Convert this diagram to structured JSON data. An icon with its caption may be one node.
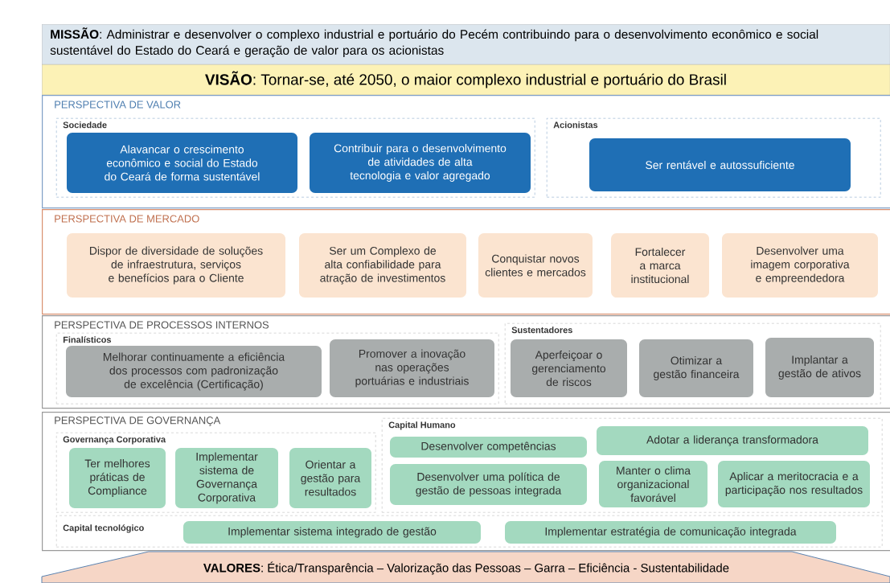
{
  "diagram": {
    "nodes": [
      {
        "text": [
          "**MISSÃO**: Administrar e desenvolver o complexo industrial e portuário do Pecém contribuindo para o desenvolvimento econômico e social sustentável do Estado do Ceará e geração de valor para os acionistas"
        ]
      },
      {
        "text": [
          "**VISÃO**: Tornar-se, até 2050, o maior complexo industrial e portuário do Brasil"
        ]
      },
      {
        "text": [
          "PERSPECTIVA DE VALOR"
        ]
      },
      {
        "text": [
          "Sociedade"
        ],
        "in": 2
      },
      {
        "text": [
          "Alavancar o crescimento econômico e social do Estado do Ceará de forma sustentável"
        ],
        "in": 3
      },
      {
        "text": [
          "Contribuir para o desenvolvimento de atividades de alta tecnologia e valor agregado"
        ],
        "in": 3
      },
      {
        "text": [
          "Acionistas"
        ],
        "in": 2
      },
      {
        "text": [
          "Ser rentável e autossuficiente"
        ],
        "in": 6
      },
      {
        "text": [
          "PERSPECTIVA DE MERCADO"
        ]
      },
      {
        "text": [
          "Dispor de diversidade de soluções de infraestrutura, serviços e benefícios para o Cliente"
        ],
        "in": 8
      },
      {
        "text": [
          "Ser um Complexo de alta confiabilidade para atração de investimentos"
        ],
        "in": 8
      },
      {
        "text": [
          "Conquistar novos clientes e mercados"
        ],
        "in": 8
      },
      {
        "text": [
          "Fortalecer a marca institucional"
        ],
        "in": 8
      },
      {
        "text": [
          "Desenvolver uma imagem corporativa e empreendedora"
        ],
        "in": 8
      },
      {
        "text": [
          "PERSPECTIVA DE PROCESSOS INTERNOS"
        ]
      },
      {
        "text": [
          "Finalísticos"
        ],
        "in": 14
      },
      {
        "text": [
          "Melhorar continuamente a eficiência dos processos com padronização de excelência (Certificação)"
        ],
        "in": 15
      },
      {
        "text": [
          "Promover a inovação nas operações portuárias e industriais"
        ],
        "in": 15
      },
      {
        "text": [
          "Sustentadores"
        ],
        "in": 14
      },
      {
        "text": [
          "Aperfeiçoar o gerenciamento de riscos"
        ],
        "in": 18
      },
      {
        "text": [
          "Otimizar a gestão financeira"
        ],
        "in": 18
      },
      {
        "text": [
          "Implantar a gestão de ativos"
        ],
        "in": 18
      },
      {
        "text": [
          "PERSPECTIVA DE GOVERNANÇA"
        ]
      },
      {
        "text": [
          "Governança Corporativa"
        ],
        "in": 22
      },
      {
        "text": [
          "Ter melhores práticas de Compliance"
        ],
        "in": 23
      },
      {
        "text": [
          "Implementar sistema de Governança Corporativa"
        ],
        "in": 23
      },
      {
        "text": [
          "Orientar a gestão para resultados"
        ],
        "in": 23
      },
      {
        "text": [
          "Capital Humano"
        ],
        "in": 22
      },
      {
        "text": [
          "Desenvolver competências"
        ],
        "in": 27
      },
      {
        "text": [
          "Adotar a liderança transformadora"
        ],
        "in": 27
      },
      {
        "text": [
          "Desenvolver uma política de gestão de pessoas integrada"
        ],
        "in": 27
      },
      {
        "text": [
          "Manter o clima organizacional favorável"
        ],
        "in": 27
      },
      {
        "text": [
          "Aplicar a meritocracia e a participação nos resultados"
        ],
        "in": 27
      },
      {
        "text": [
          "Capital tecnológico"
        ],
        "in": 22
      },
      {
        "text": [
          "Implementar sistema integrado de gestão"
        ],
        "in": 33
      },
      {
        "text": [
          "Implementar estratégia de comunicação integrada"
        ],
        "in": 33
      },
      {
        "text": [
          "**VALORES**: Ética/Transparência – Valorização das Pessoas – Garra – Eficiência - Sustentabilidade"
        ]
      }
    ]
  }
}
